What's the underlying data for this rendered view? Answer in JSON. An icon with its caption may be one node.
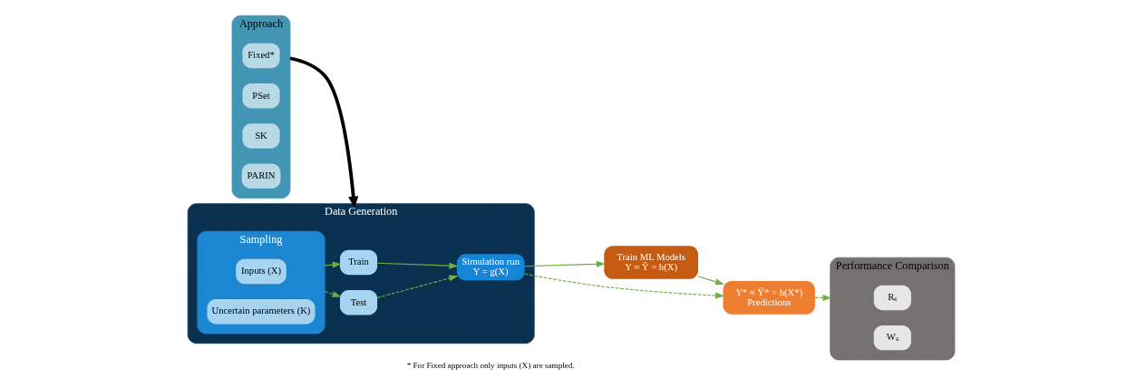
{
  "diagram": {
    "nodes": [
      {
        "text": [
          "Approach"
        ]
      },
      {
        "text": [
          "Fixed*"
        ],
        "in": 0
      },
      {
        "text": [
          "PSet"
        ],
        "in": 0
      },
      {
        "text": [
          "SK"
        ],
        "in": 0
      },
      {
        "text": [
          "PARIN"
        ],
        "in": 0
      },
      {
        "text": [
          "Data Generation"
        ]
      },
      {
        "text": [
          "Train"
        ],
        "in": 5
      },
      {
        "text": [
          "Sampling"
        ],
        "in": 5
      },
      {
        "text": [
          "Inputs (X)"
        ],
        "in": 7
      },
      {
        "text": [
          "Uncertain parameters (K)"
        ],
        "in": 7
      },
      {
        "text": [
          "Test"
        ],
        "in": 5
      },
      {
        "text": [
          "Simulation run",
          "Y = g(X)"
        ],
        "in": 5
      },
      {
        "text": [
          "Train ML Models",
          "Y ≈ Ŷ = h(X)"
        ]
      },
      {
        "text": [
          "Y* ≈ Ŷ* = h(X*)",
          "Predictions"
        ]
      },
      {
        "text": [
          "Performance Comparison"
        ]
      },
      {
        "text": [
          "Rₛ"
        ],
        "in": 14
      },
      {
        "text": [
          "Wₛ"
        ],
        "in": 14
      }
    ],
    "edges": [
      {
        "from": 0,
        "to": 5,
        "arrow": "to",
        "style": "thick",
        "color": "#000000"
      },
      {
        "from": 7,
        "to": 6,
        "arrow": "to"
      },
      {
        "from": 6,
        "to": 11,
        "arrow": "to"
      },
      {
        "from": 7,
        "to": 10,
        "arrow": "to",
        "style": "dashed"
      },
      {
        "from": 10,
        "to": 11,
        "arrow": "to",
        "style": "dashed"
      },
      {
        "from": 11,
        "to": 12,
        "arrow": "to"
      },
      {
        "from": 11,
        "to": 13,
        "arrow": "to",
        "style": "dashed"
      },
      {
        "from": 12,
        "to": 13,
        "arrow": "to"
      },
      {
        "from": 13,
        "to": 14,
        "arrow": "to",
        "style": "dashed"
      }
    ],
    "labels": [
      "* For Fixed approach only inputs (X) are sampled."
    ]
  }
}
